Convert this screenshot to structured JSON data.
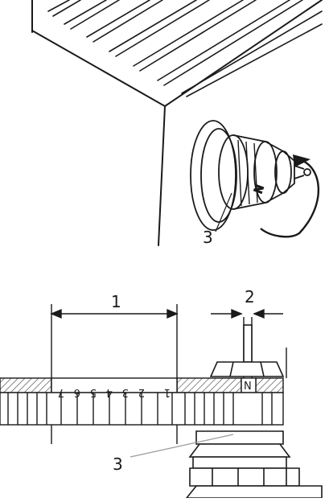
{
  "figure": {
    "top_panel": {
      "callout_valve_head": "3"
    },
    "bottom_panel": {
      "dimension_1": "1",
      "dimension_2": "2",
      "callout_valve_head": "3",
      "dial_marks": [
        "7",
        "6",
        "5",
        "4",
        "3",
        "2",
        "1"
      ],
      "index_mark": "N"
    }
  }
}
